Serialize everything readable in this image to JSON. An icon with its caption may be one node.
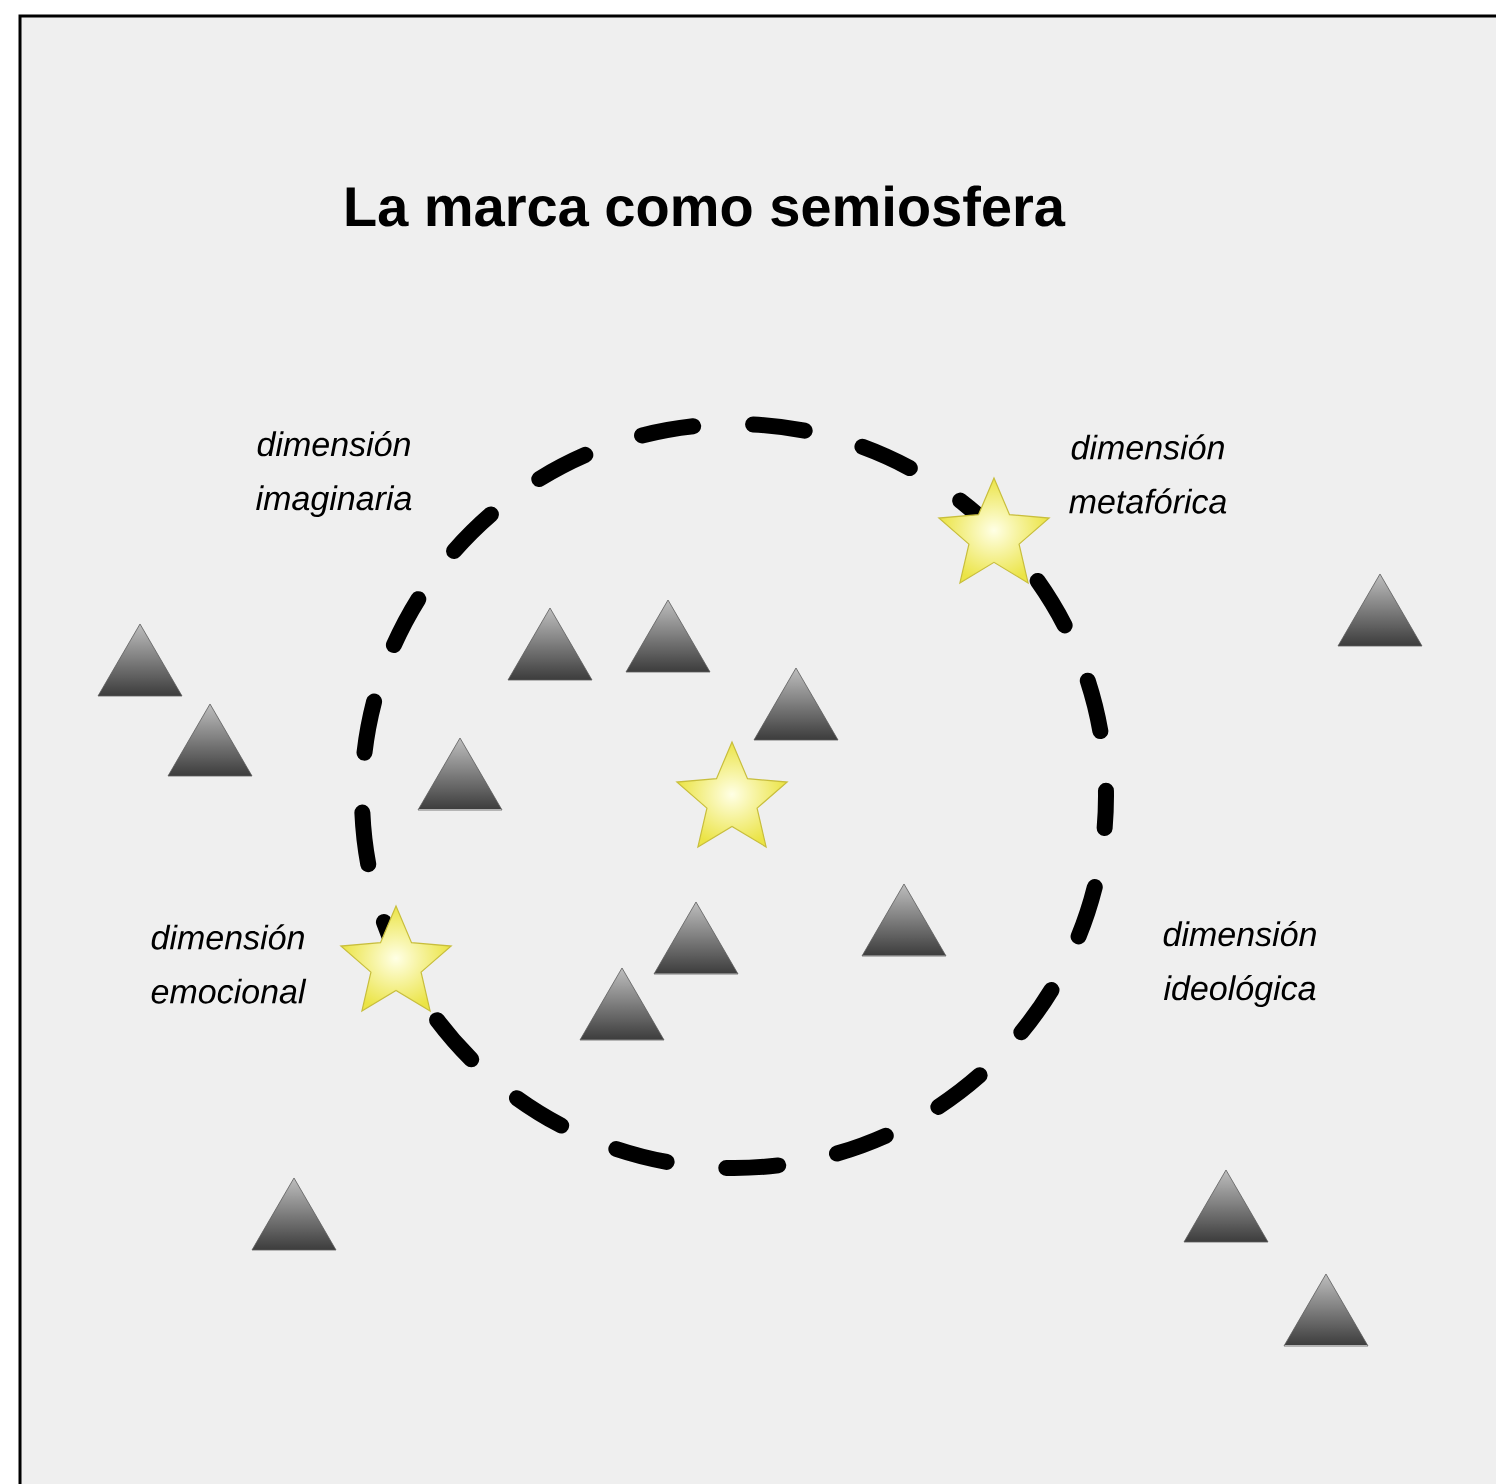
{
  "diagram": {
    "title": "La marca como semiosfera",
    "labels": [
      "dimensión imaginaria",
      "dimensión metafórica",
      "dimensión emocional",
      "dimensión ideológica"
    ]
  }
}
